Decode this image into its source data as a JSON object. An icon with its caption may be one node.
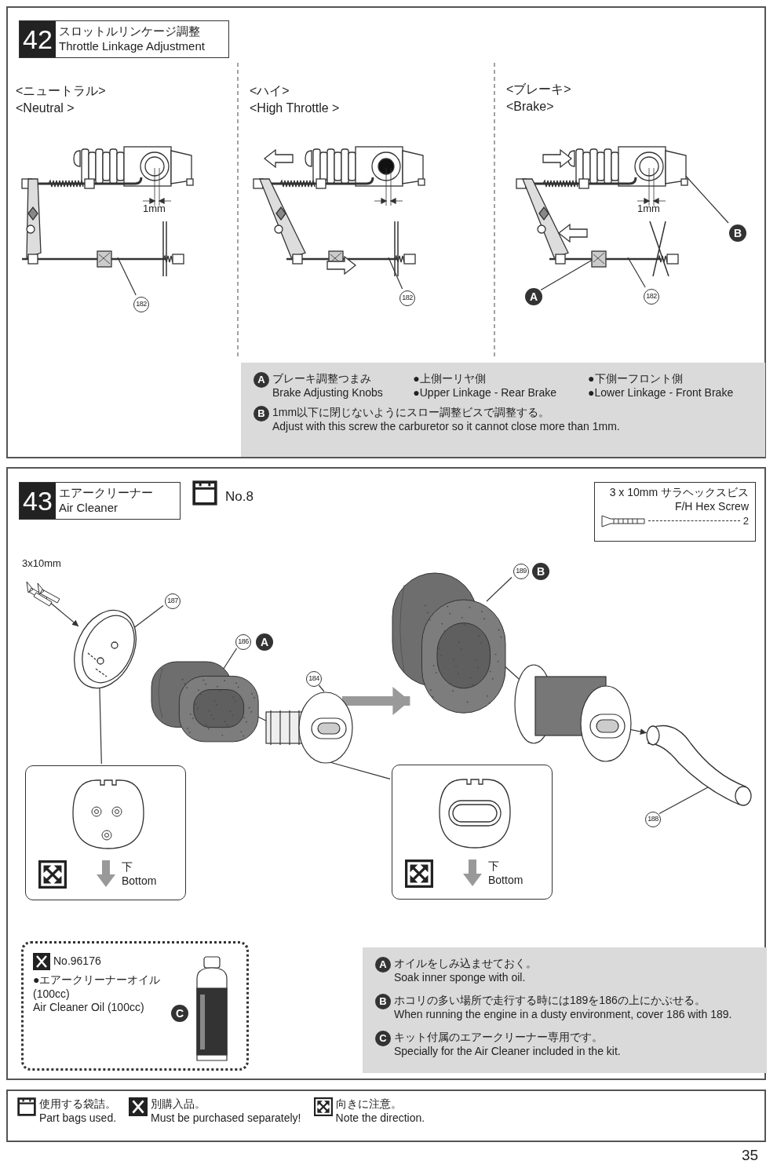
{
  "diagram": {
    "nodes": [
      {
        "text": [],
        "shape": "box"
      },
      {
        "text": [
          "42",
          "スロットルリンケージ調整",
          "Throttle Linkage Adjustment"
        ],
        "in": 0
      },
      {
        "text": [],
        "shape": "picture",
        "in": 0
      },
      {
        "text": [
          "182"
        ],
        "in": 0
      },
      {
        "text": [],
        "shape": "picture",
        "in": 0
      },
      {
        "text": [
          "182"
        ],
        "in": 0
      },
      {
        "text": [],
        "shape": "picture",
        "in": 0
      },
      {
        "text": [
          "182"
        ],
        "in": 0
      },
      {
        "text": [
          "A"
        ],
        "in": 0
      },
      {
        "text": [
          "B"
        ],
        "in": 0
      },
      {
        "text": [
          "A",
          "ブレーキ調整つまみ",
          "Brake Adjusting Knobs",
          "●上側ーリヤ側",
          "●Upper Linkage - Rear Brake",
          "●下側ーフロント側",
          "●Lower Linkage - Front Brake",
          "B",
          "1mm以下に閉じないようにスロー調整ビスで調整する。",
          "Adjust with this screw the carburetor so it cannot close more than 1mm."
        ],
        "in": 0
      },
      {
        "text": [],
        "shape": "box"
      },
      {
        "text": [
          "43",
          "エアークリーナー",
          "Air Cleaner"
        ],
        "in": 11
      },
      {
        "text": [
          "3 x 10mm サラヘックスビス",
          "F/H Hex Screw",
          "2"
        ],
        "in": 11
      },
      {
        "text": [],
        "shape": "picture",
        "in": 11
      },
      {
        "text": [],
        "shape": "picture",
        "in": 11
      },
      {
        "text": [
          "187"
        ],
        "in": 11
      },
      {
        "text": [],
        "shape": "picture",
        "in": 11
      },
      {
        "text": [
          "186"
        ],
        "in": 11
      },
      {
        "text": [
          "A"
        ],
        "in": 11
      },
      {
        "text": [],
        "shape": "picture",
        "in": 11
      },
      {
        "text": [
          "184"
        ],
        "in": 11
      },
      {
        "text": [],
        "shape": "picture",
        "in": 11
      },
      {
        "text": [
          "189"
        ],
        "in": 11
      },
      {
        "text": [
          "B"
        ],
        "in": 11
      },
      {
        "text": [],
        "shape": "picture",
        "in": 11
      },
      {
        "text": [],
        "shape": "picture",
        "in": 11
      },
      {
        "text": [
          "188"
        ],
        "in": 11
      },
      {
        "text": [
          "下",
          "Bottom"
        ],
        "in": 11
      },
      {
        "text": [
          "下",
          "Bottom"
        ],
        "in": 11
      },
      {
        "text": [
          "No.96176",
          "●エアークリーナーオイル(100cc)",
          "Air Cleaner Oil (100cc)"
        ],
        "in": 11
      },
      {
        "text": [],
        "shape": "picture",
        "in": 30
      },
      {
        "text": [
          "C"
        ],
        "in": 30
      },
      {
        "text": [
          "A",
          "オイルをしみ込ませておく。",
          "Soak inner sponge with oil.",
          "B",
          "ホコリの多い場所で走行する時には189を186の上にかぶせる。",
          "When running the engine in a dusty environment, cover 186 with 189.",
          "C",
          "キット付属のエアークリーナー専用です。",
          "Specially for the Air Cleaner included in the kit."
        ],
        "in": 11
      },
      {
        "text": [
          "使用する袋詰。",
          "Part bags used.",
          "別購入品。",
          "Must be purchased separately!",
          "向きに注意。",
          "Note the direction."
        ]
      }
    ],
    "edges": [
      {
        "from": 3,
        "to": 2,
        "arrow": "none"
      },
      {
        "from": 5,
        "to": 4,
        "arrow": "none"
      },
      {
        "from": 7,
        "to": 6,
        "arrow": "none"
      },
      {
        "from": 8,
        "to": 6,
        "arrow": "none"
      },
      {
        "from": 9,
        "to": 6,
        "arrow": "none"
      },
      {
        "from": 16,
        "to": 15,
        "arrow": "none"
      },
      {
        "from": 18,
        "to": 17,
        "arrow": "none"
      },
      {
        "from": 21,
        "to": 20,
        "arrow": "none"
      },
      {
        "from": 23,
        "to": 22,
        "arrow": "none"
      },
      {
        "from": 27,
        "to": 26,
        "arrow": "none"
      },
      {
        "from": 14,
        "to": 15,
        "arrow": "to"
      },
      {
        "from": 17,
        "to": 20,
        "arrow": "to"
      },
      {
        "from": 20,
        "to": 22,
        "arrow": "to",
        "style": "thick",
        "color": "#999999"
      },
      {
        "from": 22,
        "to": 25,
        "arrow": "none"
      },
      {
        "from": 25,
        "to": 26,
        "arrow": "to"
      },
      {
        "from": 15,
        "to": 28,
        "arrow": "none"
      },
      {
        "from": 20,
        "to": 29,
        "arrow": "none"
      }
    ],
    "labels": [
      "<ニュートラル>",
      "<Neutral >",
      "<ハイ>",
      "<High Throttle >",
      "<ブレーキ>",
      "<Brake>",
      "1mm",
      "1mm",
      "No.8",
      "3x10mm",
      "35"
    ]
  }
}
